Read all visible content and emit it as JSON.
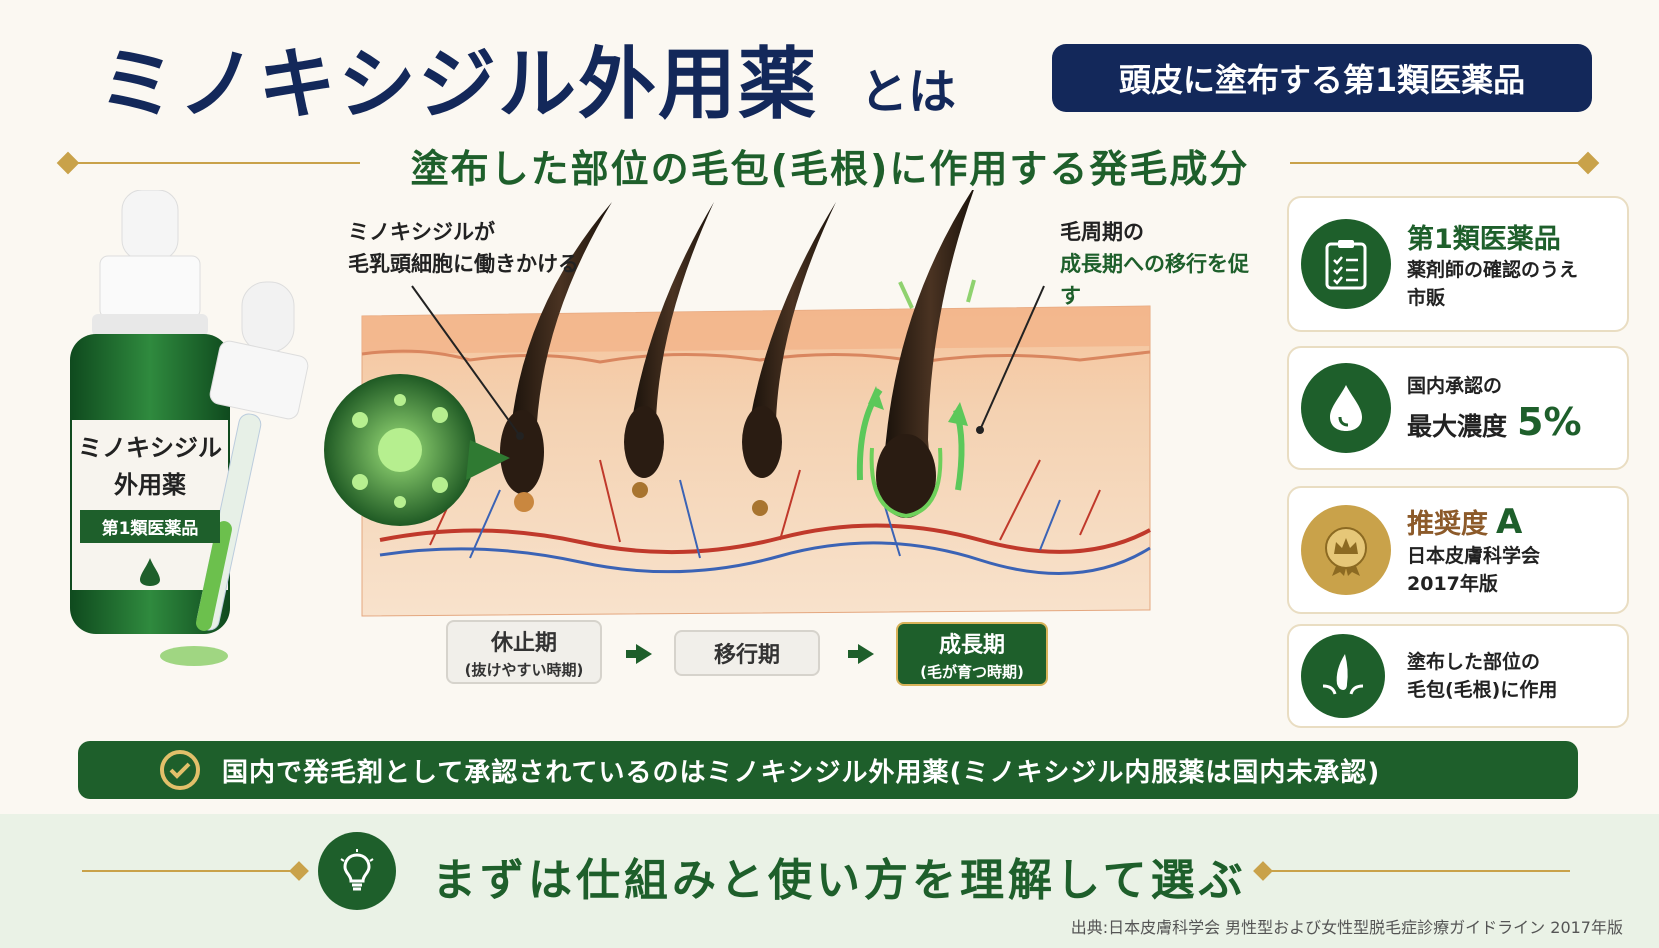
{
  "header": {
    "title": "ミノキシジル外用薬",
    "title_suffix": "とは",
    "badge": "頭皮に塗布する第1類医薬品",
    "subtitle": "塗布した部位の毛包(毛根)に作用する発毛成分"
  },
  "bottle": {
    "label_line1": "ミノキシジル",
    "label_line2": "外用薬",
    "label_badge": "第1類医薬品"
  },
  "callouts": {
    "left_line1": "ミノキシジルが",
    "left_line2": "毛乳頭細胞に働きかける",
    "right_line1": "毛周期の",
    "right_line2": "成長期への移行を促す"
  },
  "stages": [
    {
      "label": "休止期",
      "sub": "(抜けやすい時期)"
    },
    {
      "label": "移行期",
      "sub": ""
    },
    {
      "label": "成長期",
      "sub": "(毛が育つ時期)"
    }
  ],
  "cards": {
    "card1": {
      "title": "第1類医薬品",
      "line1": "薬剤師の確認のうえ",
      "line2": "市販",
      "icon": "clipboard-icon"
    },
    "card2": {
      "line1": "国内承認の",
      "line2": "最大濃度",
      "value": "5%",
      "icon": "droplet-icon"
    },
    "card3": {
      "title": "推奨度",
      "grade": "A",
      "line1": "日本皮膚科学会",
      "line2": "2017年版",
      "icon": "medal-icon"
    },
    "card4": {
      "line1": "塗布した部位の",
      "line2": "毛包(毛根)に作用",
      "icon": "hair-follicle-icon"
    }
  },
  "banner": {
    "text": "国内で発毛剤として承認されているのはミノキシジル外用薬(ミノキシジル内服薬は国内未承認)"
  },
  "footer": {
    "text": "まずは仕組みと使い方を理解して選ぶ",
    "source": "出典:日本皮膚科学会 男性型および女性型脱毛症診療ガイドライン 2017年版"
  },
  "colors": {
    "navy": "#13285a",
    "green": "#1e5f2b",
    "gold": "#c9a24a",
    "background": "#fbf8f2"
  }
}
